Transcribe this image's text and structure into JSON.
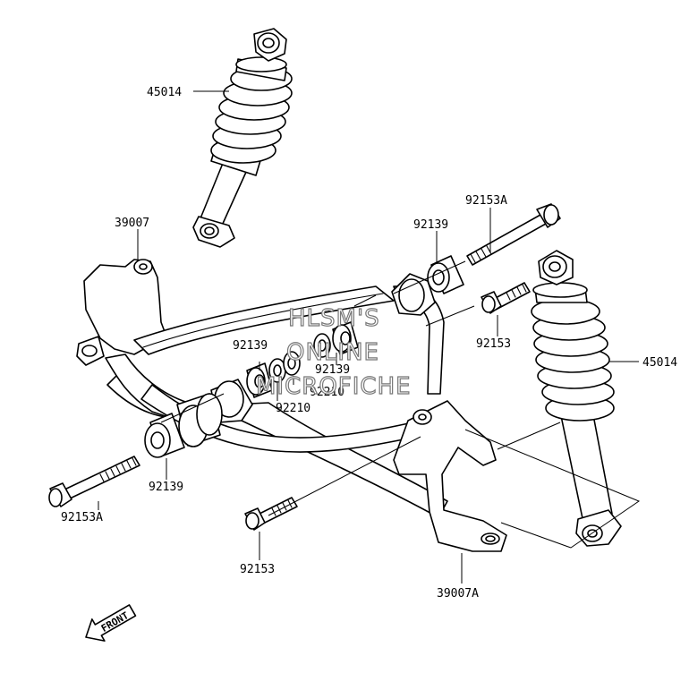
{
  "diagram": {
    "labels": {
      "shock_top": "45014",
      "shock_right": "45014",
      "bracket_left": "39007",
      "bracket_right": "39007A",
      "bolt_top_right": "92153A",
      "bolt_left": "92153A",
      "bolt_mid_right": "92153",
      "bolt_bottom": "92153",
      "bushing_top_right": "92139",
      "bushing_left": "92139",
      "bushing_center_a": "92139",
      "bushing_center_b": "92139",
      "washer_a": "92210",
      "washer_b": "92210"
    },
    "watermark": [
      "HLSM'S",
      "ONLINE",
      "MICROFICHE"
    ],
    "front_arrow": "FRONT"
  }
}
